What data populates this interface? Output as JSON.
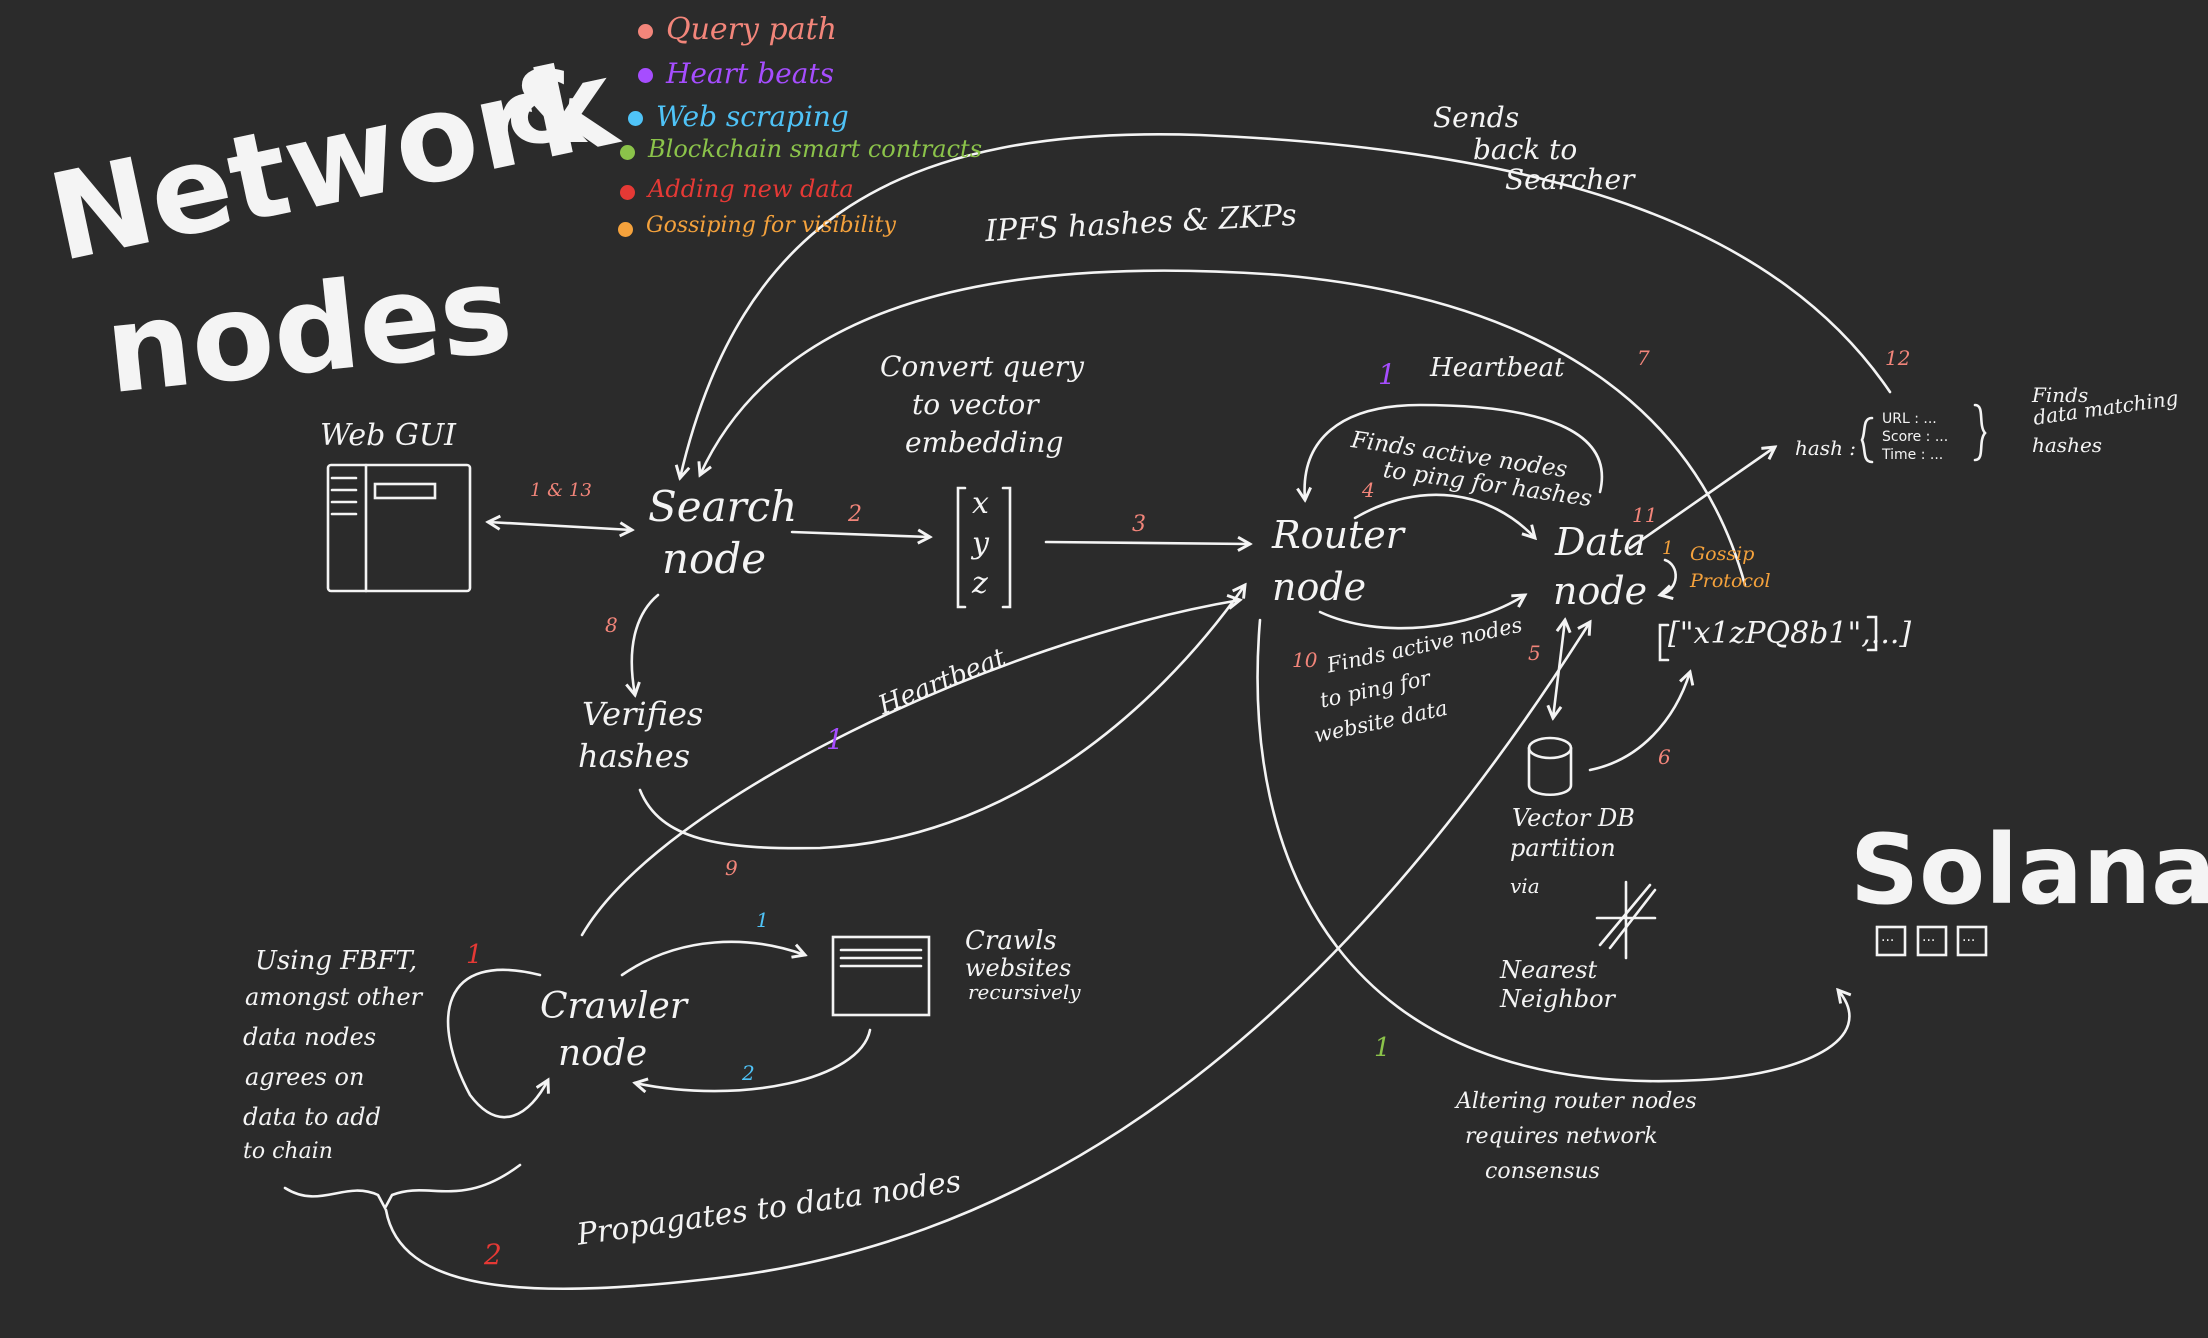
{
  "title": {
    "line1": "Network",
    "line2": "nodes",
    "amp": "&"
  },
  "legend": [
    {
      "label": "Query path",
      "color": "#f2857a"
    },
    {
      "label": "Heart beats",
      "color": "#a64dff"
    },
    {
      "label": "Web scraping",
      "color": "#4fc3f7"
    },
    {
      "label": "Blockchain smart contracts",
      "color": "#8bc34a"
    },
    {
      "label": "Adding new data",
      "color": "#e53935"
    },
    {
      "label": "Gossiping for visibility",
      "color": "#f5a23c"
    }
  ],
  "nodes": {
    "web_gui": "Web GUI",
    "search": [
      "Search",
      "node"
    ],
    "router": [
      "Router",
      "node"
    ],
    "data": [
      "Data",
      "node"
    ],
    "crawler": [
      "Crawler",
      "node"
    ],
    "vector": [
      "x",
      "y",
      "z"
    ],
    "solana": "Solana",
    "solana_blocks": [
      "...",
      "...",
      "..."
    ]
  },
  "labels": {
    "convert_query": [
      "Convert query",
      "to vector",
      "embedding"
    ],
    "ipfs": "IPFS hashes & ZKPs",
    "sends_back": [
      "Sends",
      "back to",
      "Searcher"
    ],
    "heartbeat_top": "Heartbeat",
    "finds_active_hashes": [
      "Finds active nodes",
      "to ping for hashes"
    ],
    "verifies": [
      "Verifies",
      "hashes"
    ],
    "heartbeat_mid": "Heartbeat",
    "finds_active_website": [
      "Finds active nodes",
      "to ping for",
      "website data"
    ],
    "hash_obj": "hash : { URL : ...,  Score : ...,  Time : ... }",
    "hash_key": "hash :",
    "hash_fields": [
      "URL : ...",
      "Score : ...",
      "Time : ..."
    ],
    "finds_matching": [
      "Finds",
      "data matching",
      "hashes"
    ],
    "gossip": [
      "Gossip",
      "Protocol"
    ],
    "hash_list": "[\"x1zPQ8b1\",...]",
    "vector_db": [
      "Vector DB",
      "partition",
      "via"
    ],
    "nearest": [
      "Nearest",
      "Neighbor"
    ],
    "crawls": [
      "Crawls",
      "websites",
      "recursively"
    ],
    "fbft": [
      "Using FBFT,",
      "amongst other",
      "data nodes",
      "agrees on",
      "data to add",
      "to chain"
    ],
    "propagates": "Propagates to data nodes",
    "altering": [
      "Altering router nodes",
      "requires network",
      "consensus"
    ]
  },
  "step_numbers": {
    "s1_13": "1 & 13",
    "s2": "2",
    "s3": "3",
    "s4": "4",
    "s5": "5",
    "s6": "6",
    "s7": "7",
    "s8": "8",
    "s9": "9",
    "s10": "10",
    "s11": "11",
    "s12": "12",
    "hb_top": "1",
    "hb_mid": "1",
    "scrape_1": "1",
    "scrape_2": "2",
    "gossip_1": "1",
    "add_1": "1",
    "add_2": "2",
    "chain_1": "1"
  }
}
